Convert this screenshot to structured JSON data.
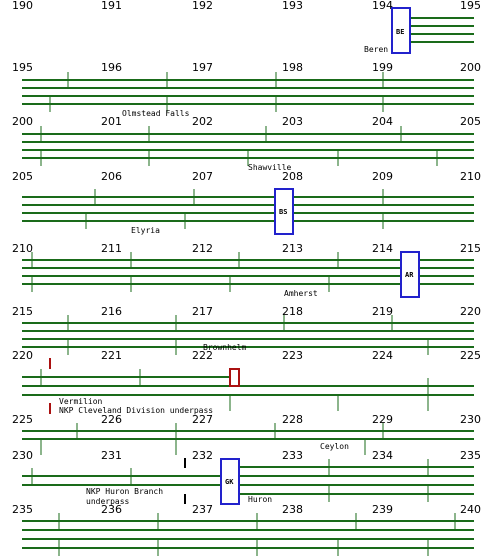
{
  "colors": {
    "track": "#1a6b1a",
    "box": "#2222cc",
    "red": "#aa1111",
    "text": "#000000"
  },
  "rows": [
    {
      "id": "r190",
      "markers": [
        "190",
        "191",
        "192",
        "193",
        "194",
        "195"
      ],
      "labels": [
        {
          "text": "Beren"
        }
      ],
      "boxes": [
        {
          "code": "BE",
          "color": "blue"
        }
      ]
    },
    {
      "id": "r195",
      "markers": [
        "195",
        "196",
        "197",
        "198",
        "199",
        "200"
      ],
      "labels": [
        {
          "text": "Olmstead Falls"
        }
      ],
      "boxes": []
    },
    {
      "id": "r200",
      "markers": [
        "200",
        "201",
        "202",
        "203",
        "204",
        "205"
      ],
      "labels": [
        {
          "text": "Shawville"
        }
      ],
      "boxes": []
    },
    {
      "id": "r205",
      "markers": [
        "205",
        "206",
        "207",
        "208",
        "209",
        "210"
      ],
      "labels": [
        {
          "text": "Elyria"
        }
      ],
      "boxes": [
        {
          "code": "BS",
          "color": "blue"
        }
      ]
    },
    {
      "id": "r210",
      "markers": [
        "210",
        "211",
        "212",
        "213",
        "214",
        "215"
      ],
      "labels": [
        {
          "text": "Amherst"
        }
      ],
      "boxes": [
        {
          "code": "AR",
          "color": "blue"
        }
      ]
    },
    {
      "id": "r215",
      "markers": [
        "215",
        "216",
        "217",
        "218",
        "219",
        "220"
      ],
      "labels": [
        {
          "text": "Brownhelm"
        }
      ],
      "boxes": []
    },
    {
      "id": "r220",
      "markers": [
        "220",
        "221",
        "222",
        "223",
        "224",
        "225"
      ],
      "labels": [
        {
          "text": "Vermilion"
        },
        {
          "text": "NKP Cleveland Division underpass"
        }
      ],
      "boxes": [
        {
          "code": "",
          "color": "red"
        }
      ]
    },
    {
      "id": "r225",
      "markers": [
        "225",
        "226",
        "227",
        "228",
        "229",
        "230"
      ],
      "labels": [
        {
          "text": "Ceylon"
        }
      ],
      "boxes": []
    },
    {
      "id": "r230",
      "markers": [
        "230",
        "231",
        "232",
        "233",
        "234",
        "235"
      ],
      "labels": [
        {
          "text": "NKP Huron Branch"
        },
        {
          "text": "underpass"
        },
        {
          "text": "Huron"
        }
      ],
      "boxes": [
        {
          "code": "GK",
          "color": "blue"
        }
      ]
    },
    {
      "id": "r235",
      "markers": [
        "235",
        "236",
        "237",
        "238",
        "239",
        "240"
      ],
      "labels": [],
      "boxes": []
    }
  ]
}
